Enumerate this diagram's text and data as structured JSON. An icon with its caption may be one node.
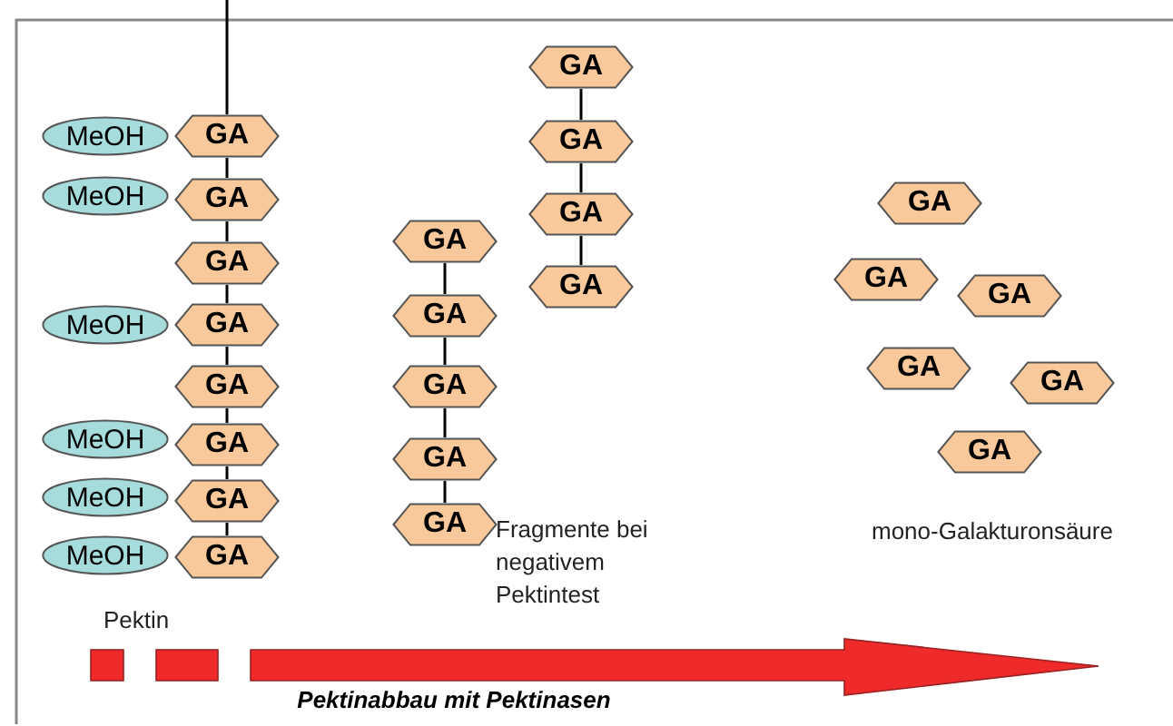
{
  "diagram": {
    "nodes": [
      {
        "text": [
          "GA"
        ]
      },
      {
        "text": [
          "GA"
        ]
      },
      {
        "text": [
          "GA"
        ]
      },
      {
        "text": [
          "GA"
        ]
      },
      {
        "text": [
          "GA"
        ]
      },
      {
        "text": [
          "GA"
        ]
      },
      {
        "text": [
          "GA"
        ]
      },
      {
        "text": [
          "GA"
        ]
      },
      {
        "text": [
          "MeOH"
        ]
      },
      {
        "text": [
          "MeOH"
        ]
      },
      {
        "text": [
          "MeOH"
        ]
      },
      {
        "text": [
          "MeOH"
        ]
      },
      {
        "text": [
          "MeOH"
        ]
      },
      {
        "text": [
          "MeOH"
        ]
      },
      {
        "text": [
          "GA"
        ]
      },
      {
        "text": [
          "GA"
        ]
      },
      {
        "text": [
          "GA"
        ]
      },
      {
        "text": [
          "GA"
        ]
      },
      {
        "text": [
          "GA"
        ]
      },
      {
        "text": [
          "GA"
        ]
      },
      {
        "text": [
          "GA"
        ]
      },
      {
        "text": [
          "GA"
        ]
      },
      {
        "text": [
          "GA"
        ]
      },
      {
        "text": [
          "GA"
        ]
      },
      {
        "text": [
          "GA"
        ]
      },
      {
        "text": [
          "GA"
        ]
      },
      {
        "text": [
          "GA"
        ]
      },
      {
        "text": [
          "GA"
        ]
      },
      {
        "text": [
          "GA"
        ]
      }
    ],
    "edges": [
      {
        "from": null,
        "to": 0,
        "arrow": "none"
      },
      {
        "from": 0,
        "to": 1,
        "arrow": "none"
      },
      {
        "from": 1,
        "to": 2,
        "arrow": "none"
      },
      {
        "from": 2,
        "to": 3,
        "arrow": "none"
      },
      {
        "from": 3,
        "to": 4,
        "arrow": "none"
      },
      {
        "from": 4,
        "to": 5,
        "arrow": "none"
      },
      {
        "from": 5,
        "to": 6,
        "arrow": "none"
      },
      {
        "from": 6,
        "to": 7,
        "arrow": "none"
      },
      {
        "from": 14,
        "to": 15,
        "arrow": "none"
      },
      {
        "from": 15,
        "to": 16,
        "arrow": "none"
      },
      {
        "from": 16,
        "to": 17,
        "arrow": "none"
      },
      {
        "from": 17,
        "to": 18,
        "arrow": "none"
      },
      {
        "from": 19,
        "to": 20,
        "arrow": "none"
      },
      {
        "from": 20,
        "to": 21,
        "arrow": "none"
      },
      {
        "from": 21,
        "to": 22,
        "arrow": "none"
      }
    ],
    "labels": [
      "Pektin",
      "Fragmente bei negativem Pektintest",
      "mono-Galakturonsäure",
      "Pektinabbau mit Pektinasen"
    ]
  }
}
